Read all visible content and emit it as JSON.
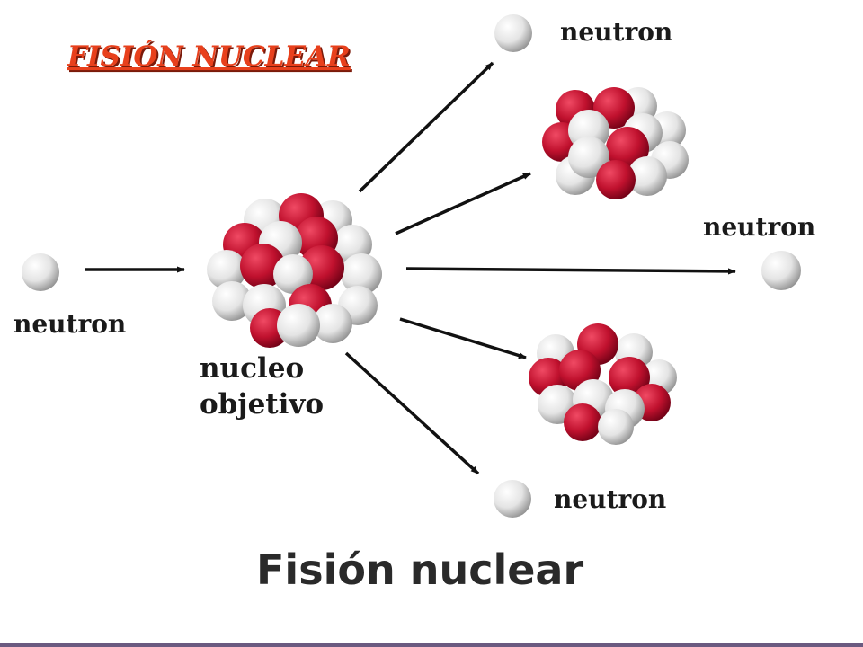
{
  "title": "FISIÓN NUCLEAR",
  "caption": "Fisión nuclear",
  "labels": {
    "incoming_neutron": "neutron",
    "target_nucleus_line1": "nucleo",
    "target_nucleus_line2": "objetivo",
    "neutron_top": "neutron",
    "neutron_right": "neutron",
    "neutron_bottom": "neutron"
  },
  "colors": {
    "title_fill": "#e8401c",
    "title_shadow": "#7a1a0a",
    "proton": "#c0112e",
    "neutron_particle": "#e6e6e6",
    "arrow": "#111111",
    "text": "#1a1a1a",
    "bottom_rule": "#6b5a80"
  }
}
